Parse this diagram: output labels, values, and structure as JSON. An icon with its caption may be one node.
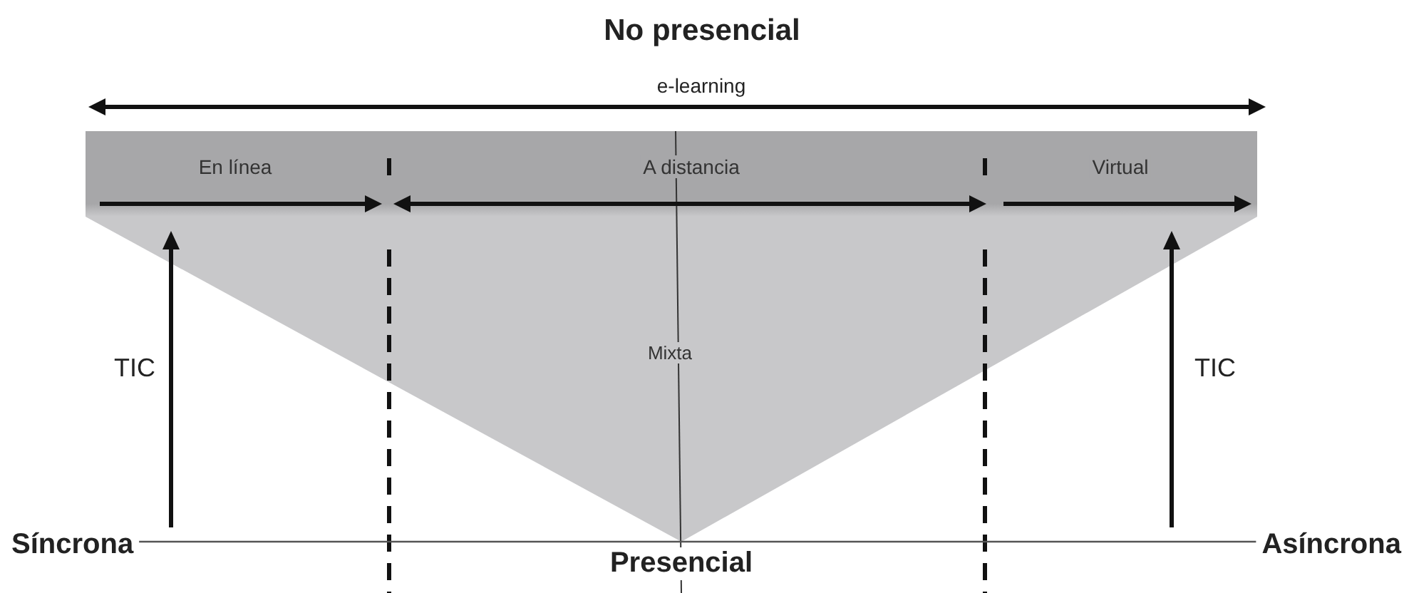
{
  "diagram": {
    "title": "No presencial",
    "nodes": [
      {
        "text": [
          "En línea",
          "A distancia",
          "Virtual"
        ]
      },
      {
        "text": [
          "Mixta"
        ]
      },
      {
        "text": [
          "Síncrona"
        ]
      },
      {
        "text": [
          "Asíncrona"
        ]
      }
    ],
    "edges": [
      {
        "from": 2,
        "to": 3,
        "arrow": "none"
      }
    ],
    "labels": [
      "e-learning",
      "TIC",
      "TIC",
      "Presencial"
    ]
  }
}
